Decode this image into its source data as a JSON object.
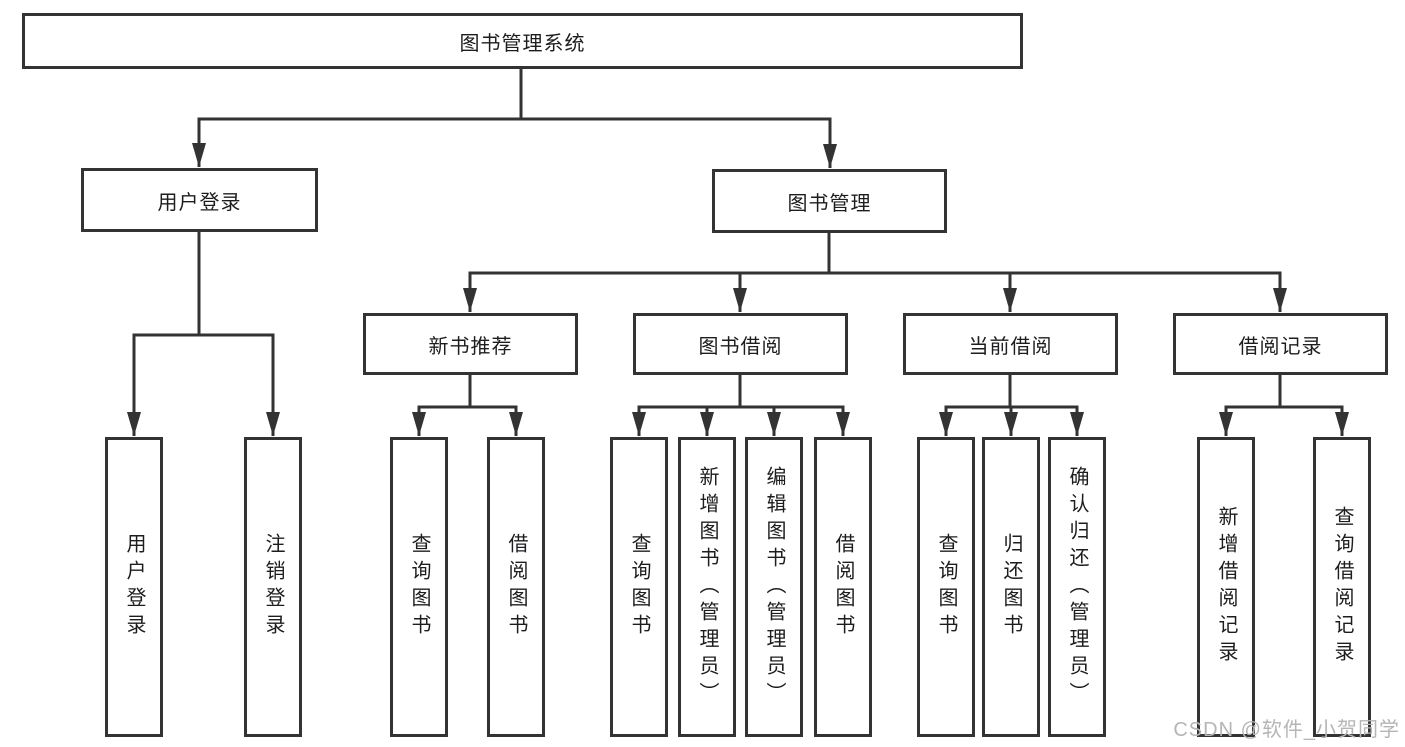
{
  "diagram": {
    "tree": {
      "root": {
        "label": "图书管理系统",
        "children": [
          {
            "label": "用户登录",
            "children": [
              {
                "label": "用户登录"
              },
              {
                "label": "注销登录"
              }
            ]
          },
          {
            "label": "图书管理",
            "children": [
              {
                "label": "新书推荐",
                "children": [
                  {
                    "label": "查询图书"
                  },
                  {
                    "label": "借阅图书"
                  }
                ]
              },
              {
                "label": "图书借阅",
                "children": [
                  {
                    "label": "查询图书"
                  },
                  {
                    "label": "新增图书（管理员）"
                  },
                  {
                    "label": "编辑图书（管理员）"
                  },
                  {
                    "label": "借阅图书"
                  }
                ]
              },
              {
                "label": "当前借阅",
                "children": [
                  {
                    "label": "查询图书"
                  },
                  {
                    "label": "归还图书"
                  },
                  {
                    "label": "确认归还（管理员）"
                  }
                ]
              },
              {
                "label": "借阅记录",
                "children": [
                  {
                    "label": "新增借阅记录"
                  },
                  {
                    "label": "查询借阅记录"
                  }
                ]
              }
            ]
          }
        ]
      }
    }
  },
  "watermark": {
    "text": "CSDN @软件_小贺同学"
  },
  "colors": {
    "line": "#333333",
    "text": "#1d1d1f",
    "watermark": "#b5b5b5",
    "background": "#ffffff"
  }
}
